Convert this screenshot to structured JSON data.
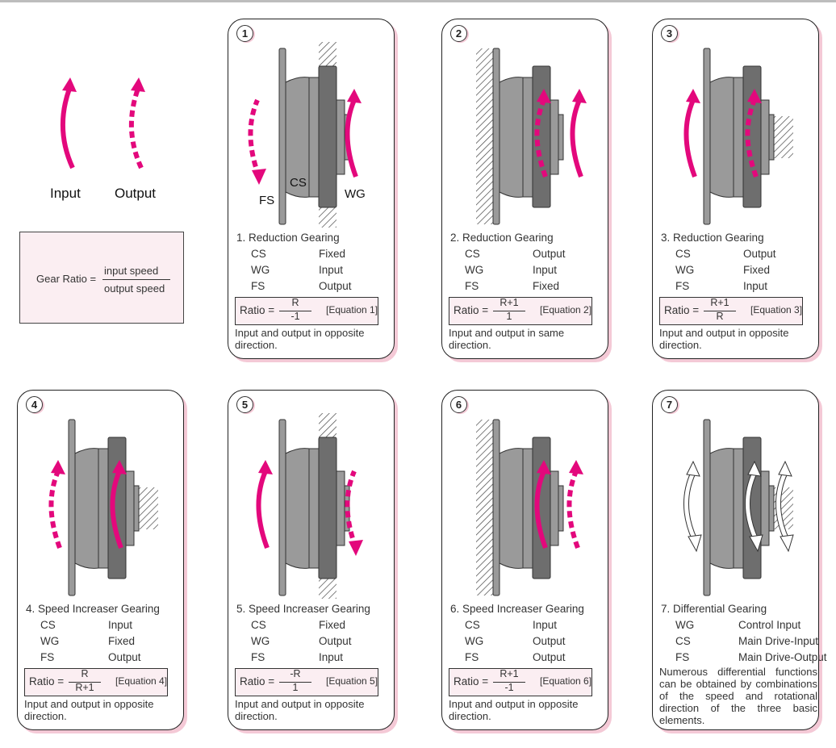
{
  "colors": {
    "arrow": "#e3087c",
    "part_fill": "#9a9a9a",
    "part_dark": "#6e6e6e",
    "shadow": "#f4c9d6",
    "box_fill": "#fbeef2"
  },
  "legend": {
    "input_label": "Input",
    "output_label": "Output"
  },
  "ratio_definition": {
    "label": "Gear Ratio =",
    "numerator": "input speed",
    "denominator": "output speed"
  },
  "cards": [
    {
      "number": "1",
      "title": "1.  Reduction Gearing",
      "rows": [
        [
          "CS",
          "Fixed"
        ],
        [
          "WG",
          "Input"
        ],
        [
          "FS",
          "Output"
        ]
      ],
      "ratio_label": "Ratio =",
      "numerator": "R",
      "denominator": "-1",
      "equation": "[Equation 1]",
      "note": "Input and output in opposite direction.",
      "figure_labels": {
        "fs": "FS",
        "cs": "CS",
        "wg": "WG"
      }
    },
    {
      "number": "2",
      "title": "2.  Reduction Gearing",
      "rows": [
        [
          "CS",
          "Output"
        ],
        [
          "WG",
          "Input"
        ],
        [
          "FS",
          "Fixed"
        ]
      ],
      "ratio_label": "Ratio =",
      "numerator": "R+1",
      "denominator": "1",
      "equation": "[Equation 2]",
      "note": "Input and output in same direction."
    },
    {
      "number": "3",
      "title": "3.  Reduction Gearing",
      "rows": [
        [
          "CS",
          "Output"
        ],
        [
          "WG",
          "Fixed"
        ],
        [
          "FS",
          "Input"
        ]
      ],
      "ratio_label": "Ratio =",
      "numerator": "R+1",
      "denominator": "R",
      "equation": "[Equation 3]",
      "note": "Input and output in opposite direction."
    },
    {
      "number": "4",
      "title": "4.  Speed Increaser Gearing",
      "rows": [
        [
          "CS",
          "Input"
        ],
        [
          "WG",
          "Fixed"
        ],
        [
          "FS",
          "Output"
        ]
      ],
      "ratio_label": "Ratio =",
      "numerator": "R",
      "denominator": "R+1",
      "equation": "[Equation 4]",
      "note": "Input and output in opposite direction."
    },
    {
      "number": "5",
      "title": "5.  Speed Increaser Gearing",
      "rows": [
        [
          "CS",
          "Fixed"
        ],
        [
          "WG",
          "Output"
        ],
        [
          "FS",
          "Input"
        ]
      ],
      "ratio_label": "Ratio =",
      "numerator": "-R",
      "denominator": "1",
      "equation": "[Equation 5]",
      "note": "Input and output in opposite direction."
    },
    {
      "number": "6",
      "title": "6.  Speed Increaser Gearing",
      "rows": [
        [
          "CS",
          "Input"
        ],
        [
          "WG",
          "Output"
        ],
        [
          "FS",
          "Output"
        ]
      ],
      "ratio_label": "Ratio =",
      "numerator": "R+1",
      "denominator": "-1",
      "equation": "[Equation 6]",
      "note": "Input and output in opposite direction."
    },
    {
      "number": "7",
      "title": "7.  Differential Gearing",
      "rows": [
        [
          "WG",
          "Control Input"
        ],
        [
          "CS",
          "Main Drive-Input"
        ],
        [
          "FS",
          "Main Drive-Output"
        ]
      ],
      "note": "Numerous differential functions can be obtained by combinations of the speed and rotational direction of the three basic elements."
    }
  ]
}
